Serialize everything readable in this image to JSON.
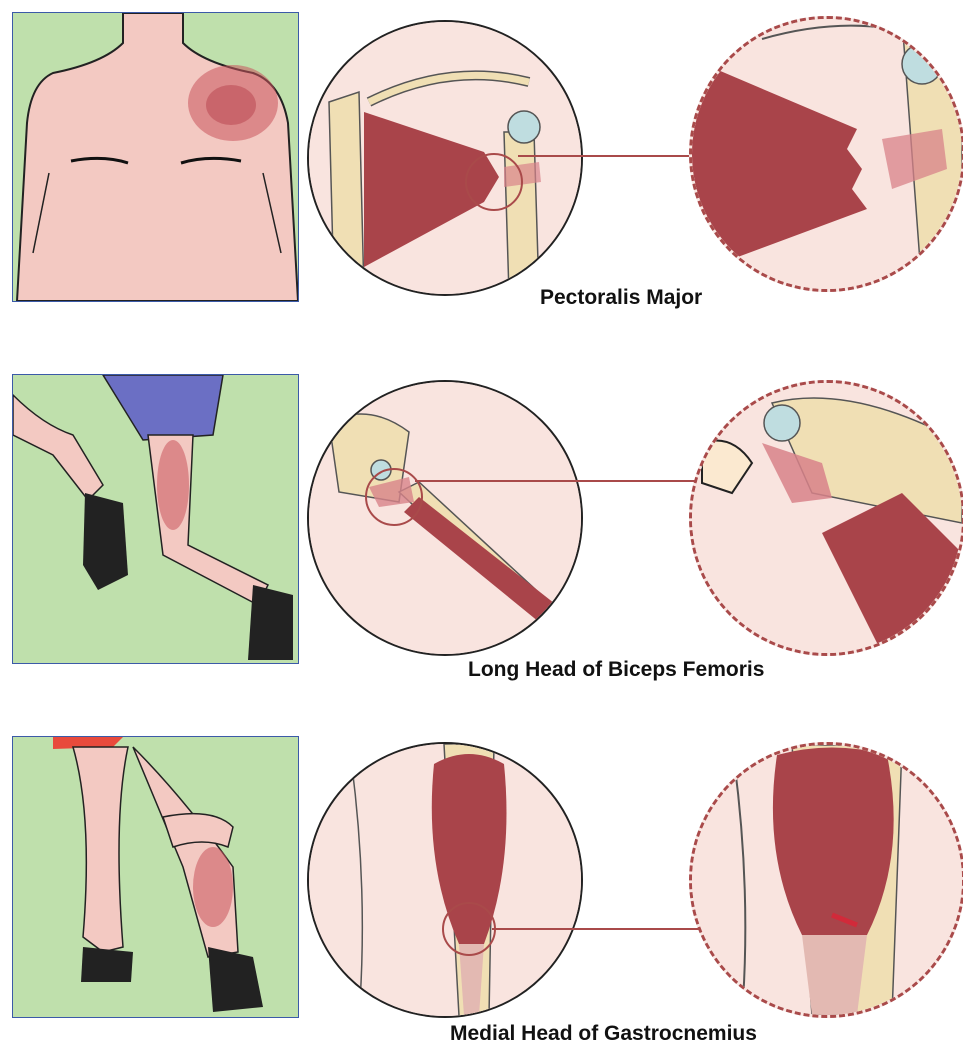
{
  "panels": [
    {
      "label": "Pectoralis Major"
    },
    {
      "label": "Long Head of Biceps Femoris"
    },
    {
      "label": "Medial Head of Gastrocnemius"
    }
  ],
  "colors": {
    "thumb_bg": "#bfe0ac",
    "thumb_border": "#3b5aa8",
    "skin": "#f3c9c2",
    "muscle": "#a9444a",
    "bone": "#f0dfb4",
    "cartilage": "#bfdde0",
    "connector": "#a94a4a"
  }
}
